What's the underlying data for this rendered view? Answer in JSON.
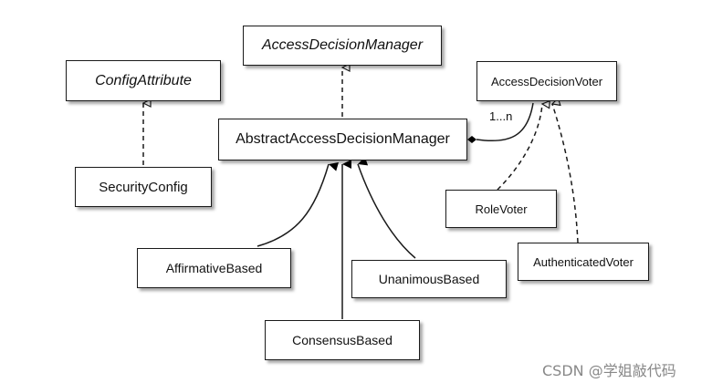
{
  "nodes": {
    "access_decision_manager": "AccessDecisionManager",
    "config_attribute": "ConfigAttribute",
    "access_decision_voter": "AccessDecisionVoter",
    "abstract_access_decision_manager": "AbstractAccessDecisionManager",
    "security_config": "SecurityConfig",
    "role_voter": "RoleVoter",
    "authenticated_voter": "AuthenticatedVoter",
    "affirmative_based": "AffirmativeBased",
    "unanimous_based": "UnanimousBased",
    "consensus_based": "ConsensusBased"
  },
  "multiplicity": "1...n",
  "watermark": "CSDN @学姐敲代码",
  "colors": {
    "line": "#1a1a1a",
    "watermark": "#888888"
  }
}
